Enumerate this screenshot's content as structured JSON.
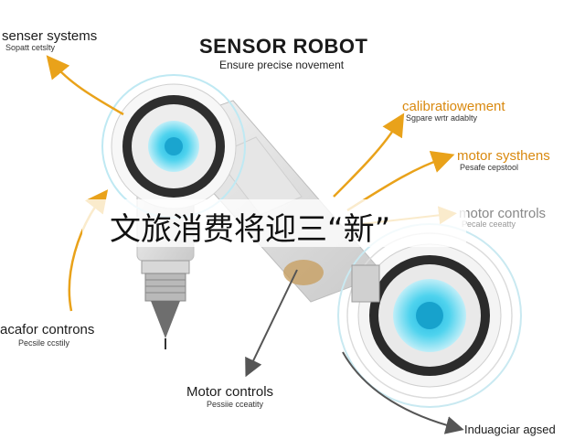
{
  "header": {
    "title": "SENSOR ROBOT",
    "subtitle": "Ensure precise novement"
  },
  "labels": {
    "top_left": {
      "main": "senser systems",
      "sub": "Sopatt cetslty"
    },
    "right_1": {
      "main": "calibratiowement",
      "sub": "Sgpare wrtr adablty"
    },
    "right_2": {
      "main": "motor systhens",
      "sub": "Pesafe cepstool"
    },
    "right_3": {
      "main": "motor controls",
      "sub": "Pecale ceeatty"
    },
    "left_bottom": {
      "main": "acafor controns",
      "sub": "Pecsile ccstily"
    },
    "bottom_center": {
      "main": "Motor controls",
      "sub": "Pessiie cceatity"
    },
    "bottom_right": {
      "main": "Induagciar agsed"
    }
  },
  "caption": "文旅消费将迎三“新”",
  "colors": {
    "arrow_orange": "#e9a21a",
    "arrow_gray": "#555555",
    "lens_cyan": "#3cc7e6",
    "accent_text": "#d9890f"
  }
}
